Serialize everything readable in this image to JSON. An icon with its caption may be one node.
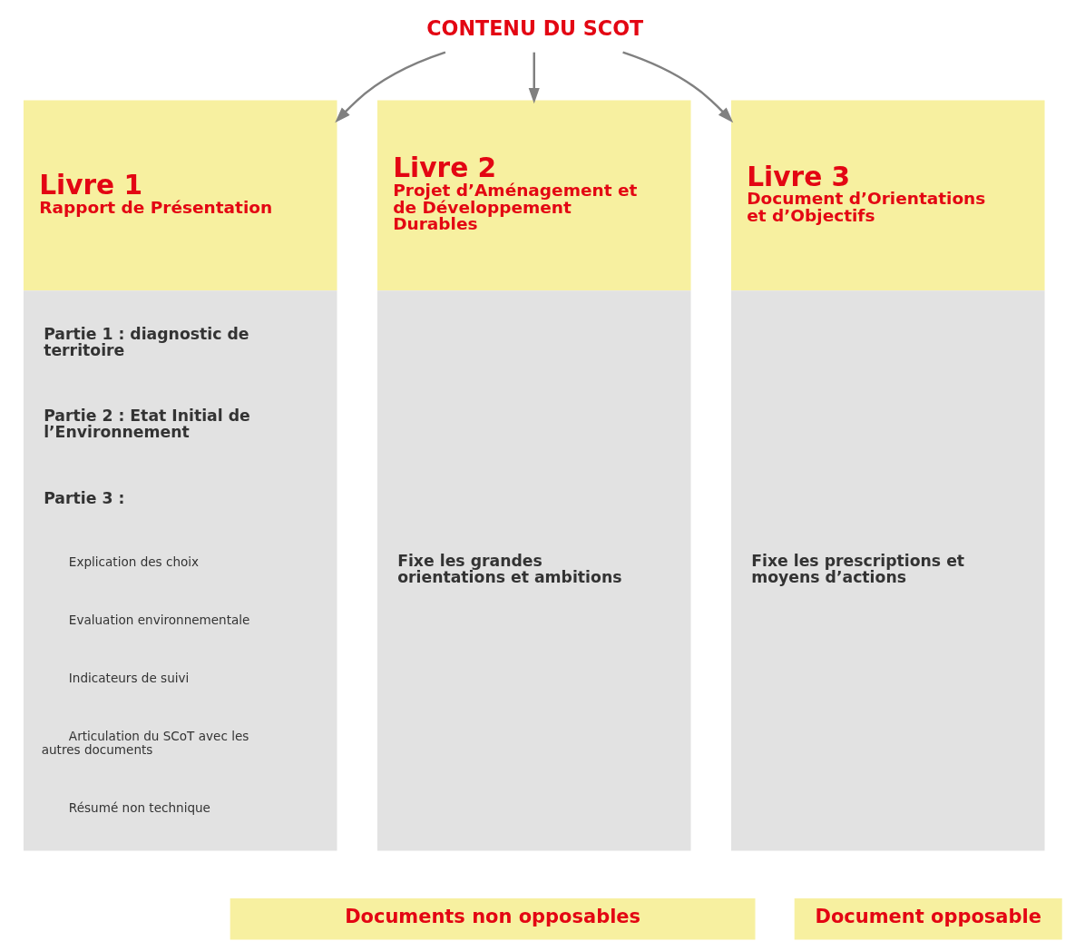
{
  "diagram": {
    "nodes": [
      {
        "text": [
          "CONTENU DU SCOT"
        ]
      },
      {
        "text": [
          "Livre 1",
          "Rapport de Présentation",
          "Partie 1 : diagnostic de territoire",
          "Partie 2 : Etat Initial de l’Environnement",
          "Partie 3 :",
          "Explication des choix",
          "Evaluation environnementale",
          "Indicateurs de suivi",
          "Articulation du SCoT avec les autres documents",
          "Résumé non technique"
        ]
      },
      {
        "text": [
          "Livre 2",
          "Projet d’Aménagement et de Développement Durables",
          "Fixe les grandes orientations et ambitions"
        ]
      },
      {
        "text": [
          "Livre 3",
          "Document d’Orientations et d’Objectifs",
          "Fixe les prescriptions et moyens d’actions"
        ]
      },
      {
        "text": [
          "Documents non opposables"
        ]
      },
      {
        "text": [
          "Document opposable"
        ]
      }
    ],
    "edges": [
      {
        "from": 0,
        "to": 1,
        "arrow": "to"
      },
      {
        "from": 0,
        "to": 2,
        "arrow": "to"
      },
      {
        "from": 0,
        "to": 3,
        "arrow": "to"
      }
    ]
  }
}
